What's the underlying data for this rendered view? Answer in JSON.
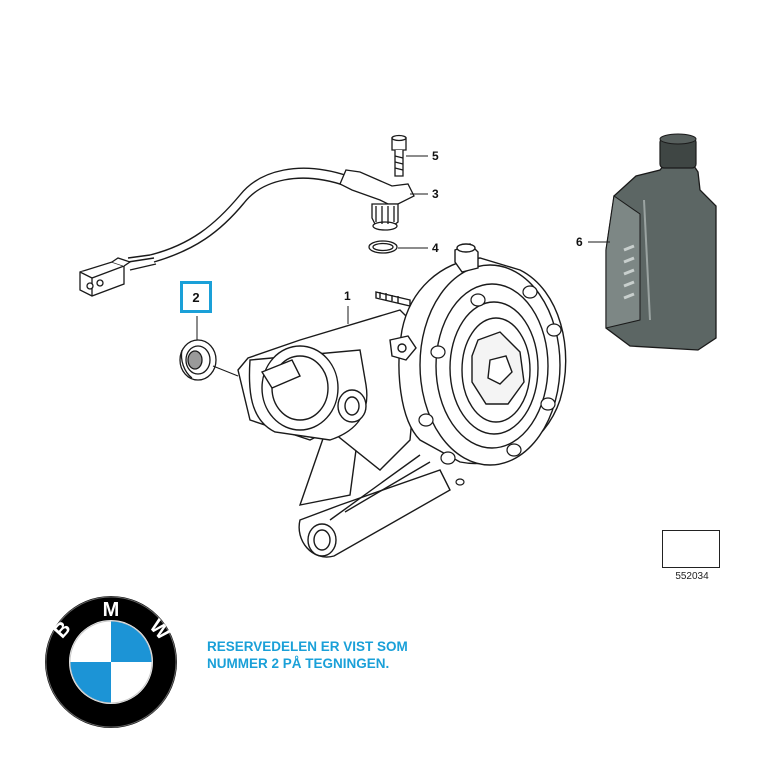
{
  "diagram": {
    "callouts": {
      "c1": "1",
      "c2": "2",
      "c3": "3",
      "c4": "4",
      "c5": "5",
      "c6": "6"
    },
    "reference_number": "552034"
  },
  "notice": {
    "line1": "RESERVEDELEN ER VIST SOM",
    "line2": "NUMMER 2 PÅ TEGNINGEN."
  },
  "logo": {
    "letters": [
      "B",
      "M",
      "W"
    ],
    "colors": {
      "ring": "#000000",
      "blue": "#1c94d6",
      "white": "#ffffff"
    }
  },
  "colors": {
    "accent": "#1aa0d8",
    "line_art": "#1a1a1a",
    "bottle": "#5c6664"
  }
}
